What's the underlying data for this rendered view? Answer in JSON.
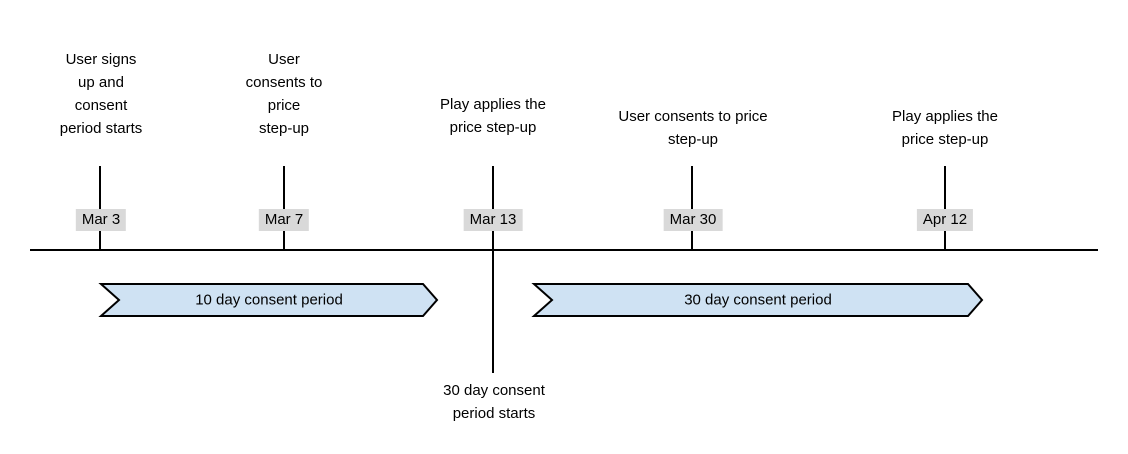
{
  "colors": {
    "banner_fill": "#cfe2f3",
    "banner_stroke": "#000000",
    "date_label_bg": "#d9d9d9",
    "line_color": "#000000",
    "text_color": "#000000"
  },
  "timeline": {
    "events": [
      {
        "date": "Mar 3",
        "lines": [
          "User signs",
          "up and",
          "consent",
          "period starts"
        ]
      },
      {
        "date": "Mar 7",
        "lines": [
          "User",
          "consents to",
          "price",
          "step-up"
        ]
      },
      {
        "date": "Mar 13",
        "lines": [
          "Play applies the",
          "price step-up"
        ],
        "below_lines": [
          "30 day consent",
          "period starts"
        ]
      },
      {
        "date": "Mar 30",
        "lines": [
          "User consents to price",
          "step-up"
        ]
      },
      {
        "date": "Apr 12",
        "lines": [
          "Play applies the",
          "price step-up"
        ]
      }
    ],
    "banners": [
      {
        "label": "10 day consent period"
      },
      {
        "label": "30 day consent period"
      }
    ]
  }
}
